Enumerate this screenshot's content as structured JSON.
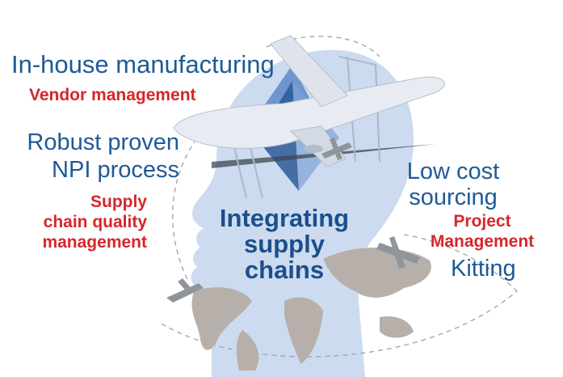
{
  "labels": {
    "in_house": "In-house manufacturing",
    "vendor": "Vendor management",
    "robust_1": "Robust proven",
    "robust_2": "NPI process",
    "supply_1": "Supply",
    "supply_2": "chain quality",
    "supply_3": "management",
    "center_1": "Integrating",
    "center_2": "supply",
    "center_3": "chains",
    "low_1": "Low cost",
    "low_2": "sourcing",
    "project_1": "Project",
    "project_2": "Management",
    "kitting": "Kitting"
  },
  "colors": {
    "blue_text": "#1f5a96",
    "red_text": "#d6262b",
    "head": "#c9d9ee",
    "airplane": "#e8ecf2",
    "map": "#b7b0aa"
  },
  "icons": [
    "head-silhouette",
    "airplane-icon",
    "world-map",
    "small-plane-icon"
  ]
}
